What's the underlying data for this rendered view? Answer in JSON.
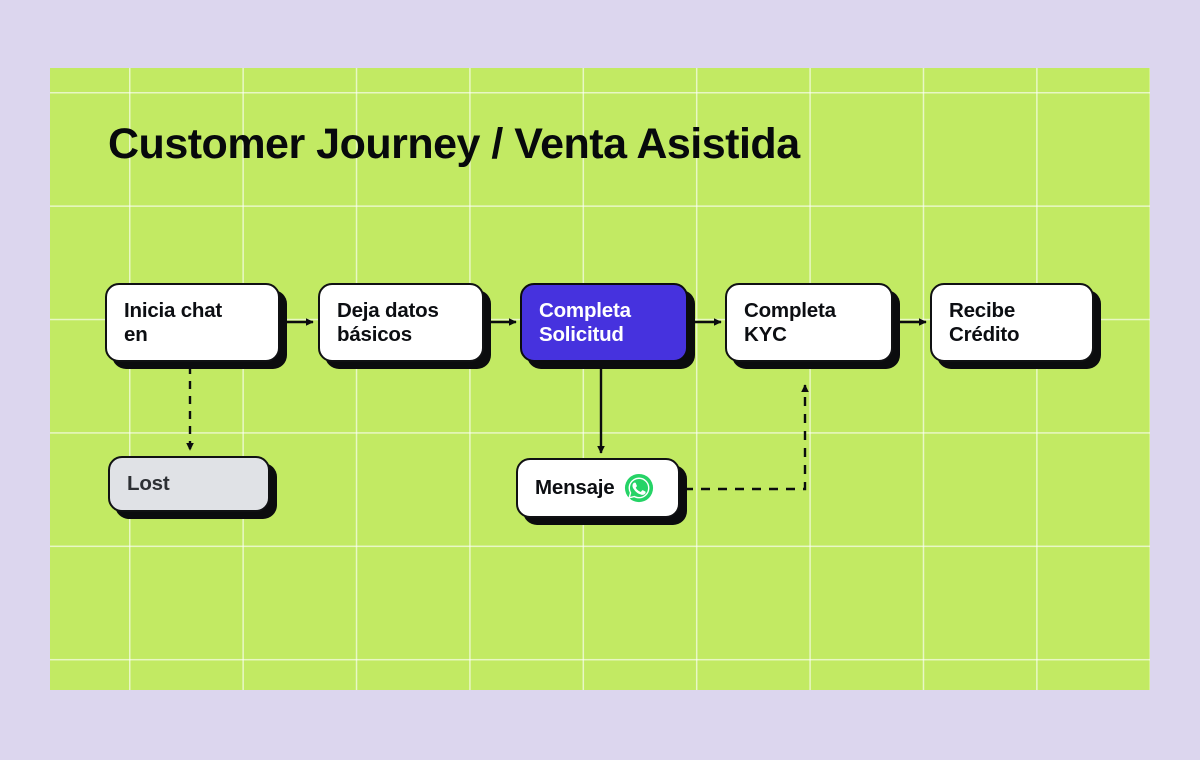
{
  "page": {
    "title": "Customer Journey / Venta Asistida",
    "background_color": "#dcd6ee",
    "canvas_color": "#c2ea63",
    "accent_color": "#4632de",
    "muted_color": "#e0e2e6",
    "whatsapp_color": "#25d366"
  },
  "nodes": [
    {
      "id": "inicia-chat",
      "label": "Inicia chat\nen",
      "state": "default"
    },
    {
      "id": "deja-datos",
      "label": "Deja datos\nbásicos",
      "state": "default"
    },
    {
      "id": "completa-solicitud",
      "label": "Completa\nSolicitud",
      "state": "active"
    },
    {
      "id": "completa-kyc",
      "label": "Completa\nKYC",
      "state": "default"
    },
    {
      "id": "recibe-credito",
      "label": "Recibe\nCrédito",
      "state": "default"
    },
    {
      "id": "lost",
      "label": "Lost",
      "state": "muted"
    },
    {
      "id": "mensaje",
      "label": "Mensaje",
      "state": "default",
      "icon": "whatsapp-icon"
    }
  ],
  "connectors": [
    {
      "id": "inicia-to-deja",
      "from": "inicia-chat",
      "to": "deja-datos",
      "style": "solid"
    },
    {
      "id": "deja-to-solicitud",
      "from": "deja-datos",
      "to": "completa-solicitud",
      "style": "solid"
    },
    {
      "id": "solicitud-to-kyc",
      "from": "completa-solicitud",
      "to": "completa-kyc",
      "style": "solid"
    },
    {
      "id": "kyc-to-credito",
      "from": "completa-kyc",
      "to": "recibe-credito",
      "style": "solid"
    },
    {
      "id": "inicia-to-lost",
      "from": "inicia-chat",
      "to": "lost",
      "style": "dashed"
    },
    {
      "id": "solicitud-to-mensaje",
      "from": "completa-solicitud",
      "to": "mensaje",
      "style": "solid"
    },
    {
      "id": "mensaje-to-kyc",
      "from": "mensaje",
      "to": "completa-kyc",
      "style": "dashed"
    }
  ]
}
